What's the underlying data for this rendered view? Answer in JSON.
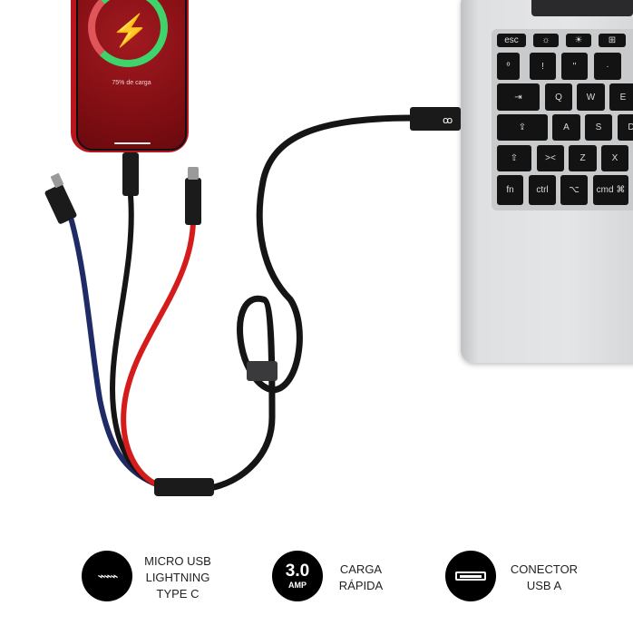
{
  "phone": {
    "charge_text": "75% de carga",
    "charge_percent": 75,
    "ring_color": "#3fd46b"
  },
  "keyboard": {
    "keys": [
      "esc",
      "☼",
      "☀",
      "⊞",
      "º",
      "!",
      "\"",
      "·",
      "⇥",
      "Q",
      "W",
      "E",
      "⇪",
      "A",
      "S",
      "D",
      "⇧",
      "><",
      "Z",
      "X",
      "fn",
      "ctrl",
      "⌥",
      "cmd ⌘"
    ]
  },
  "features": [
    {
      "icon": "connectors-icon",
      "lines": [
        "MICRO USB",
        "LIGHTNING",
        "TYPE C"
      ]
    },
    {
      "icon": "amp-icon",
      "badge_value": "3.0",
      "badge_unit": "AMP",
      "lines": [
        "CARGA",
        "RÁPIDA"
      ]
    },
    {
      "icon": "usb-a-port-icon",
      "lines": [
        "CONECTOR",
        "USB A"
      ]
    }
  ],
  "colors": {
    "cable_black": "#111111",
    "cable_blue": "#1f2b66",
    "cable_red": "#d41c1c",
    "phone_red": "#b8151d"
  }
}
